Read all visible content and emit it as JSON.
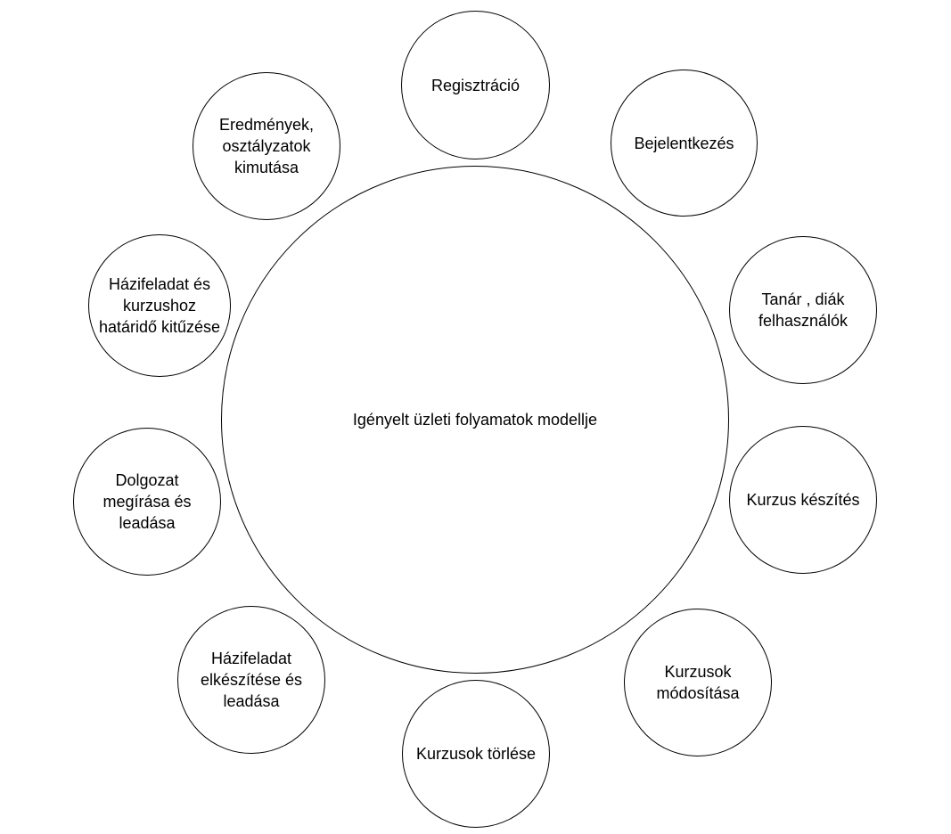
{
  "center": {
    "label": "Igényelt üzleti folyamatok modellje"
  },
  "nodes": [
    {
      "label": "Regisztráció"
    },
    {
      "label": "Bejelentkezés"
    },
    {
      "label": "Tanár , diák\nfelhasználók"
    },
    {
      "label": "Kurzus készítés"
    },
    {
      "label": "Kurzusok\nmódosítása"
    },
    {
      "label": "Kurzusok törlése"
    },
    {
      "label": "Házifeladat\nelkészítése és\nleadása"
    },
    {
      "label": "Dolgozat\nmegírása és\nleadása"
    },
    {
      "label": "Házifeladat és\nkurzushoz\nhatáridő kitűzése"
    },
    {
      "label": "Eredmények,\nosztályzatok\nkimutása"
    }
  ]
}
